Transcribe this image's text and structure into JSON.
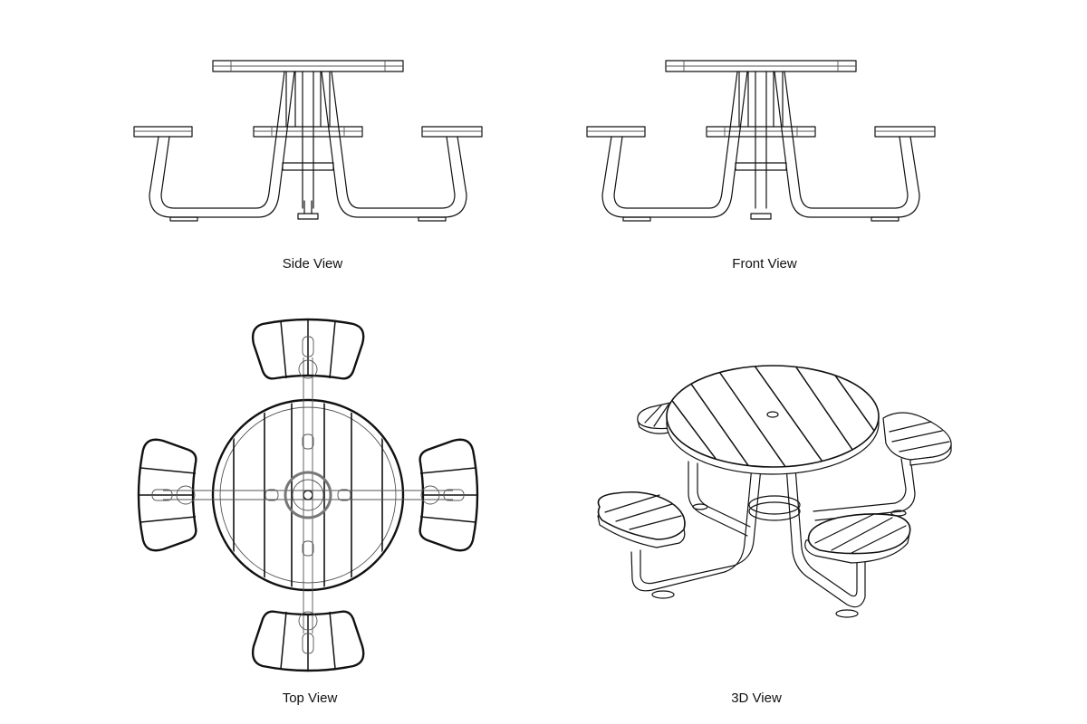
{
  "views": {
    "side": {
      "label": "Side View"
    },
    "front": {
      "label": "Front View"
    },
    "top": {
      "label": "Top View"
    },
    "iso": {
      "label": "3D View"
    }
  }
}
